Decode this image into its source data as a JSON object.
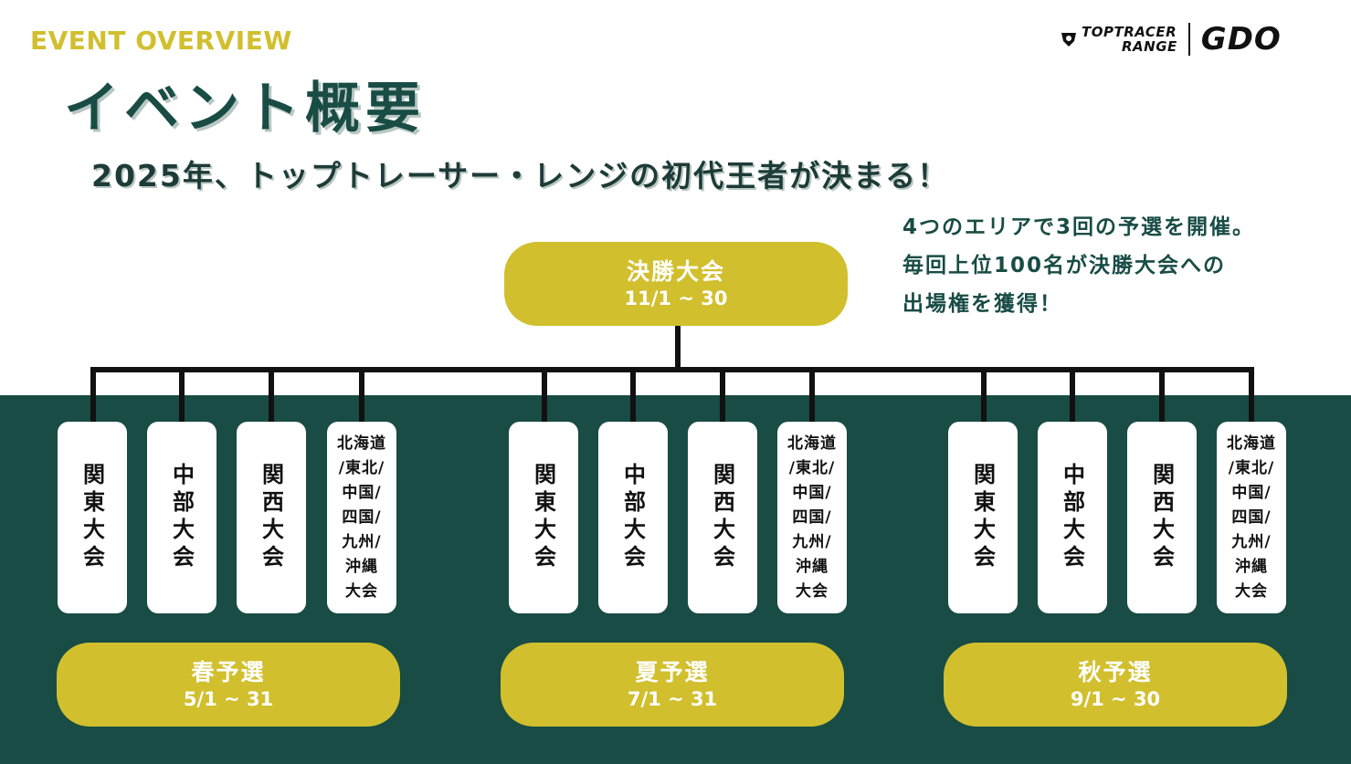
{
  "header": {
    "eyebrow": "EVENT OVERVIEW",
    "title": "イベント概要",
    "logo": {
      "brand_line1": "TOPTRACER",
      "brand_line2": "RANGE",
      "partner": "GDO"
    }
  },
  "headline": "2025年、トップトレーサー・レンジの初代王者が決まる！",
  "note": {
    "line1": "4つのエリアで3回の予選を開催。",
    "line2": "毎回上位100名が決勝大会への",
    "line3": "出場権を獲得！"
  },
  "final": {
    "label": "決勝大会",
    "dates": "11/1 ~ 30"
  },
  "seasons": [
    {
      "label": "春予選",
      "dates": "5/1 ~ 31",
      "venues": [
        "関東大会",
        "中部大会",
        "関西大会"
      ],
      "north_lines": [
        "北海道",
        "/東北/",
        "中国/",
        "四国/",
        "九州/",
        "沖縄",
        "大会"
      ]
    },
    {
      "label": "夏予選",
      "dates": "7/1 ~ 31",
      "venues": [
        "関東大会",
        "中部大会",
        "関西大会"
      ],
      "north_lines": [
        "北海道",
        "/東北/",
        "中国/",
        "四国/",
        "九州/",
        "沖縄",
        "大会"
      ]
    },
    {
      "label": "秋予選",
      "dates": "9/1 ~ 30",
      "venues": [
        "関東大会",
        "中部大会",
        "関西大会"
      ],
      "north_lines": [
        "北海道",
        "/東北/",
        "中国/",
        "四国/",
        "九州/",
        "沖縄",
        "大会"
      ]
    }
  ],
  "colors": {
    "accent": "#d1bf2e",
    "brand_green": "#184c45",
    "line": "#111111"
  }
}
